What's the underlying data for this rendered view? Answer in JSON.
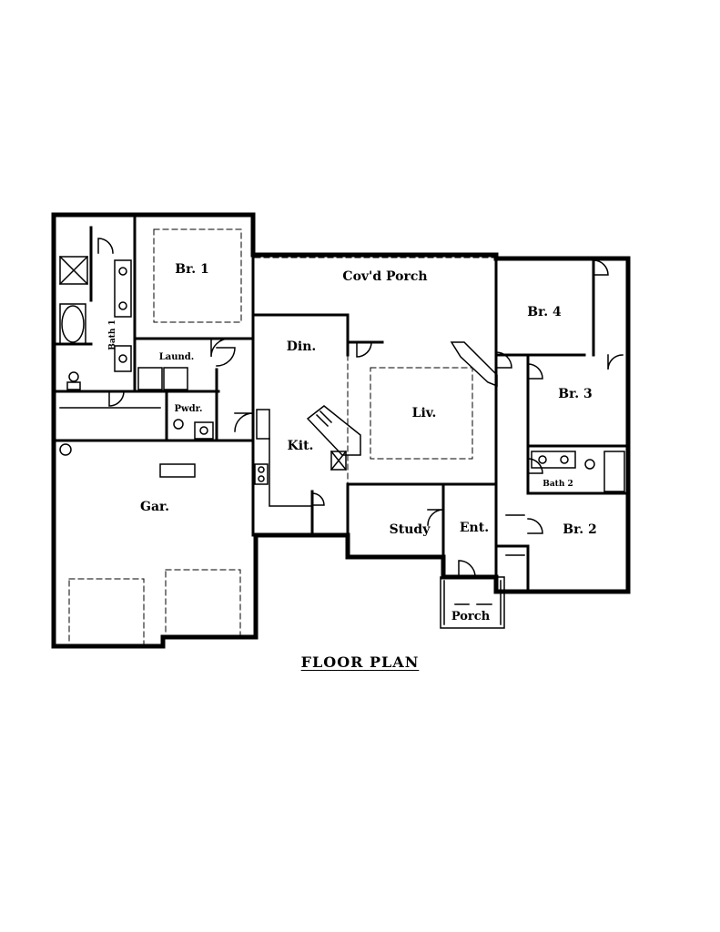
{
  "title": "FLOOR PLAN",
  "rooms": {
    "br1": "Br. 1",
    "bath1": "Bath 1",
    "laund": "Laund.",
    "pwdr": "Pwdr.",
    "gar": "Gar.",
    "covd_porch": "Cov'd Porch",
    "din": "Din.",
    "kit": "Kit.",
    "liv": "Liv.",
    "study": "Study",
    "ent": "Ent.",
    "porch": "Porch",
    "br4": "Br. 4",
    "br3": "Br. 3",
    "bath2": "Bath 2",
    "br2": "Br. 2"
  }
}
